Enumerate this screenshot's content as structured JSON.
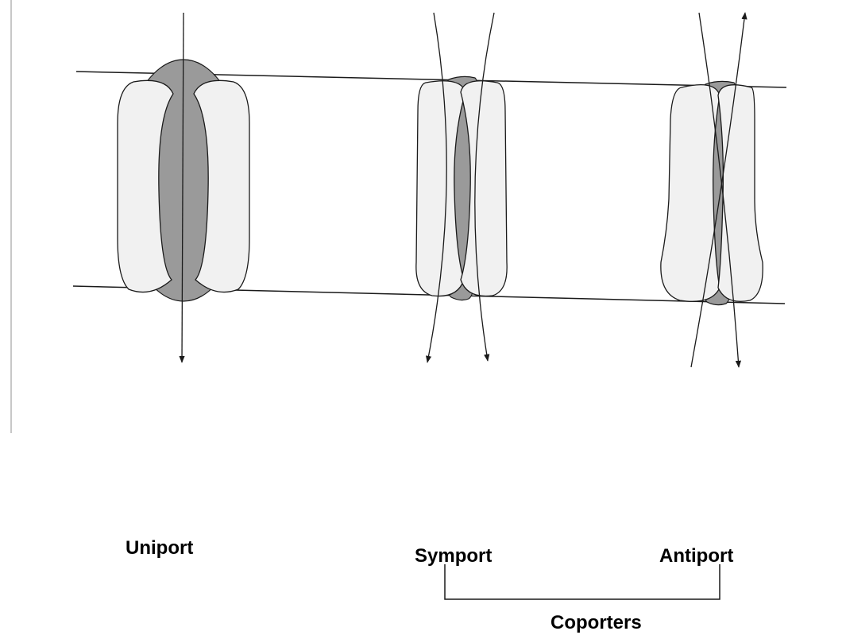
{
  "labels": {
    "uniport": "Uniport",
    "symport": "Symport",
    "antiport": "Antiport",
    "coporters": "Coporters"
  },
  "colors": {
    "subunit_fill": "#f1f1f1",
    "channel_fill": "#9a9a9a",
    "stroke": "#1a1a1a"
  }
}
